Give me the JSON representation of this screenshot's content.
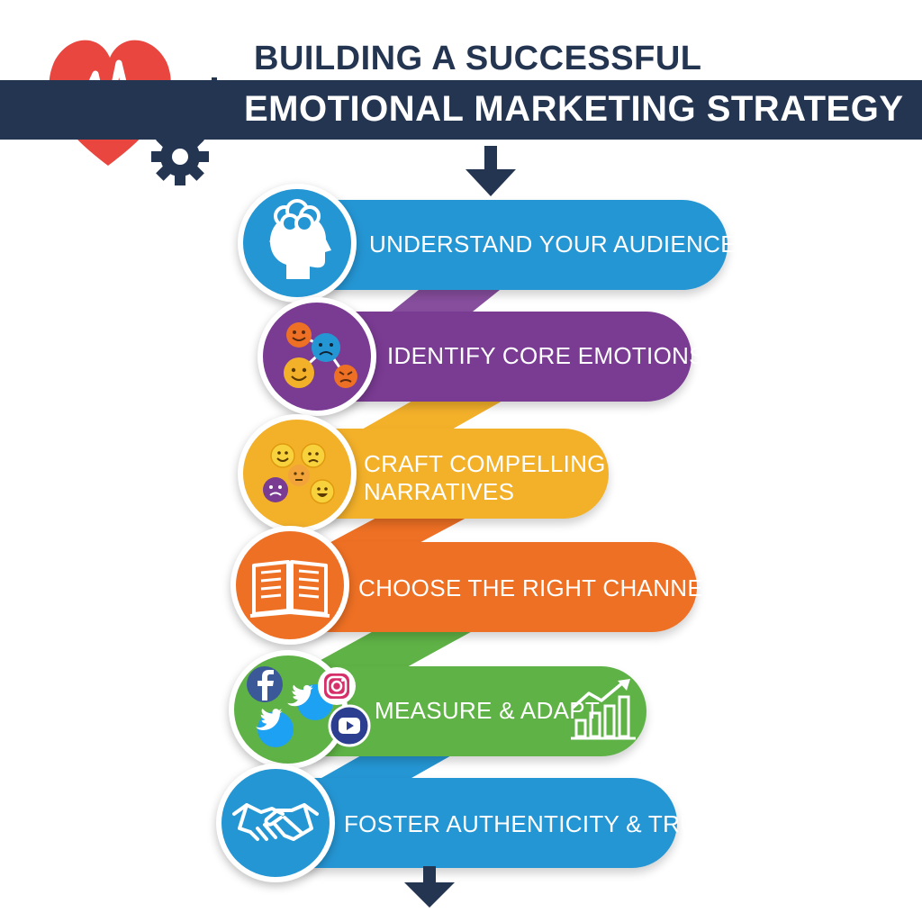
{
  "title": {
    "line1": "BUILDING A SUCCESSFUL",
    "line2": "EMOTIONAL MARKETING STRATEGY"
  },
  "logo": {
    "icons": [
      "heart-pulse-icon",
      "gears-icon"
    ]
  },
  "steps": [
    {
      "label": "UNDERSTAND YOUR AUDIENCE",
      "color": "#2596d4",
      "icon": "head-thought-icon"
    },
    {
      "label": "IDENTIFY CORE EMOTIONS",
      "color": "#7a3b93",
      "icon": "emotion-faces-icon"
    },
    {
      "label": "CRAFT COMPELLING\nNARRATIVES",
      "color": "#f3b12a",
      "icon": "emoji-cluster-icon"
    },
    {
      "label": "CHOOSE THE RIGHT CHANNELS",
      "color": "#ee7024",
      "icon": "open-book-icon"
    },
    {
      "label": "MEASURE & ADAPT",
      "color": "#5fb346",
      "icon": "social-media-icon",
      "trailing_icon": "growth-chart-icon"
    },
    {
      "label": "FOSTER AUTHENTICITY & TRUST",
      "color": "#2596d4",
      "icon": "handshake-icon"
    }
  ],
  "colors": {
    "navy": "#243552",
    "heart": "#e8463f"
  }
}
